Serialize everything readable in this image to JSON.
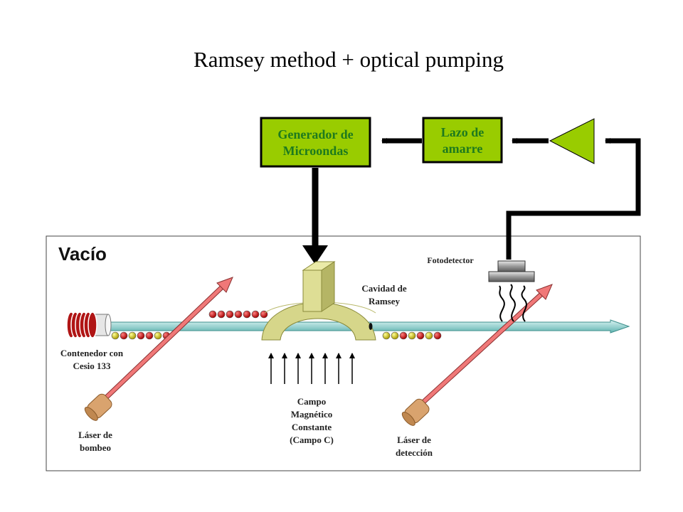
{
  "title": "Ramsey method + optical pumping",
  "boxes": {
    "generator": {
      "line1": "Generador de",
      "line2": "Microondas"
    },
    "lock_loop": {
      "line1": "Lazo de",
      "line2": "amarre"
    }
  },
  "labels": {
    "vacuum": "Vacío",
    "photodetector": "Fotodetector",
    "cavity": {
      "line1": "Cavidad de",
      "line2": "Ramsey"
    },
    "container": {
      "line1": "Contenedor con",
      "line2": "Cesio 133"
    },
    "magnetic_field": {
      "line1": "Campo",
      "line2": "Magnético",
      "line3": "Constante",
      "line4": "(Campo C)"
    },
    "pump_laser": {
      "line1": "Láser de",
      "line2": "bombeo"
    },
    "detection_laser": {
      "line1": "Láser de",
      "line2": "detección"
    }
  },
  "colors": {
    "box_fill": "#99cc00",
    "box_text": "#1e7a1e",
    "laser": "#f07878",
    "atom_beam": "#8fd3d0",
    "cavity": "#d6d68a",
    "atom_red": "#cc1a1a",
    "atom_yellow": "#d6cc1a",
    "coil": "#b01515"
  }
}
